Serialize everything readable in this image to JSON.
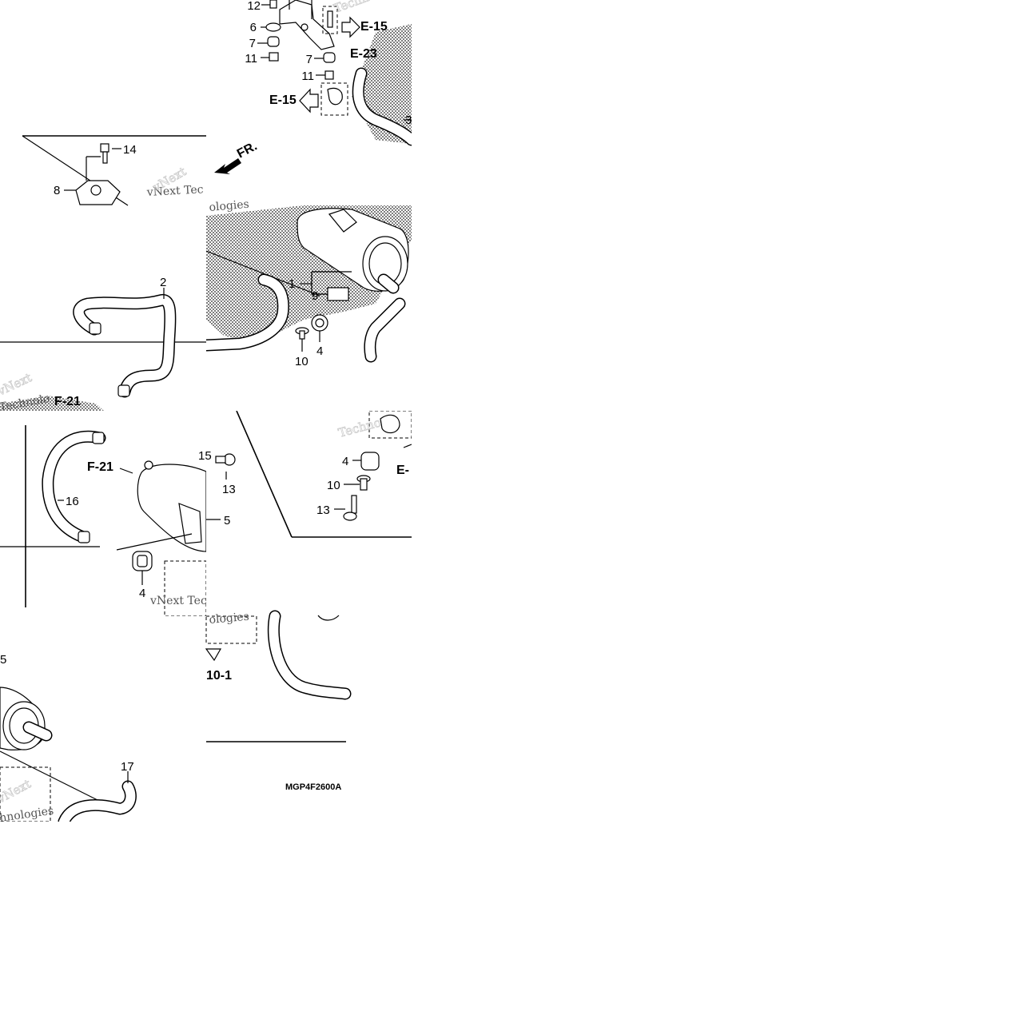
{
  "diagram": {
    "code": "MGP4F2600A",
    "direction_label": "FR.",
    "watermarks": {
      "brand": "vNext Tec",
      "text_a": "Technologies",
      "text_b": "Technolo",
      "text_c": "ologies",
      "text_d": "vNext",
      "text_e": "hnologies",
      "text_f": "Techno"
    },
    "refs": {
      "e15_a": "E-15",
      "e15_b": "E-15",
      "e23": "E-23",
      "f21_a": "F-21",
      "f21_b": "F-21",
      "e_partial": "E-",
      "ref_10_1": "10-1"
    },
    "callouts": {
      "c12": "12",
      "c6": "6",
      "c7a": "7",
      "c11a": "11",
      "c7b": "7",
      "c11b": "11",
      "c3": "3",
      "c14": "14",
      "c8": "8",
      "c2": "2",
      "c1": "1",
      "c9": "9",
      "c4a": "4",
      "c10a": "10",
      "c15a": "15",
      "c13a": "13",
      "c16": "16",
      "c5": "5",
      "c4b": "4",
      "c4c": "4",
      "c10b": "10",
      "c13b": "13",
      "c5b": "5",
      "c17": "17"
    }
  }
}
